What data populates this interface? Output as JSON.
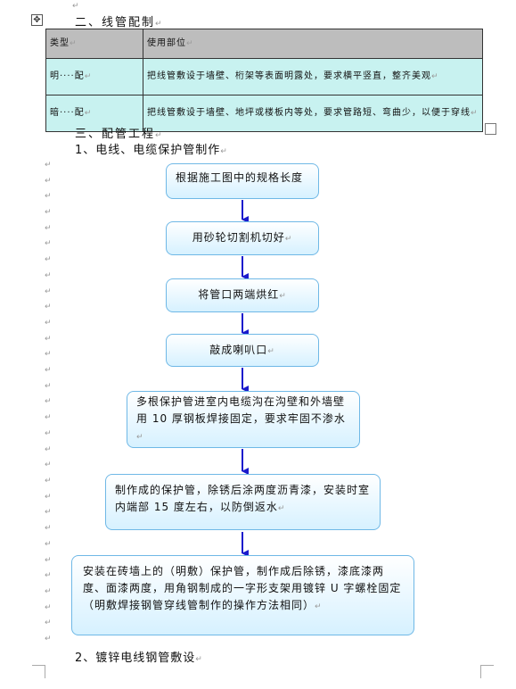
{
  "section2": {
    "heading": "二、线管配制"
  },
  "table": {
    "headers": [
      "类型",
      "使用部位"
    ],
    "rows": [
      {
        "type": "明····配",
        "usage": "把线管敷设于墙壁、桁架等表面明露处，要求横平竖直，整齐美观"
      },
      {
        "type": "暗····配",
        "usage": "把线管敷设于墙壁、地坪或楼板内等处，要求管路短、弯曲少，以便于穿线"
      }
    ]
  },
  "section3": {
    "heading": "三、配管工程",
    "sub1": "1、电线、电缆保护管制作",
    "sub2": "2、镀锌电线钢管敷设"
  },
  "flow": [
    "根据施工图中的规格长度",
    "用砂轮切割机切好",
    "将管口两端烘红",
    "敲成喇叭口",
    "多根保护管进室内电缆沟在沟壁和外墙壁用 10 厚钢板焊接固定，要求牢固不渗水",
    "制作成的保护管，除锈后涂两度沥青漆，安装时室内端部 15 度左右，以防倒返水",
    "安装在砖墙上的（明敷）保护管，制作成后除锈，漆底漆两度、面漆两度，用角钢制成的一字形支架用镀锌 U 字螺栓固定（明敷焊接钢管穿线管制作的操作方法相同）"
  ],
  "colors": {
    "header_bg": "#bdbdbd",
    "row_bg": "#c8f2f0",
    "arrow": "#1a1acc",
    "box_border": "#6fb8e6"
  },
  "icons": {
    "move": "move-handle-icon",
    "para": "paragraph-mark-icon"
  }
}
